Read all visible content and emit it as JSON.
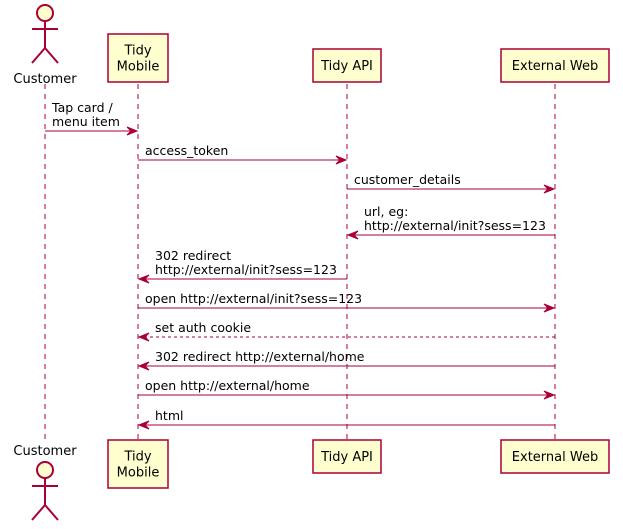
{
  "participants": [
    {
      "id": "customer",
      "kind": "actor",
      "label_lines": [
        "Customer"
      ]
    },
    {
      "id": "tidy_mobile",
      "kind": "participant",
      "label_lines": [
        "Tidy",
        "Mobile"
      ]
    },
    {
      "id": "tidy_api",
      "kind": "participant",
      "label_lines": [
        "Tidy API"
      ]
    },
    {
      "id": "external_web",
      "kind": "participant",
      "label_lines": [
        "External Web"
      ]
    }
  ],
  "messages": [
    {
      "from": "customer",
      "to": "tidy_mobile",
      "style": "solid",
      "label_lines": [
        "Tap card /",
        "menu item"
      ]
    },
    {
      "from": "tidy_mobile",
      "to": "tidy_api",
      "style": "solid",
      "label_lines": [
        "access_token"
      ]
    },
    {
      "from": "tidy_api",
      "to": "external_web",
      "style": "solid",
      "label_lines": [
        "customer_details"
      ]
    },
    {
      "from": "external_web",
      "to": "tidy_api",
      "style": "solid",
      "label_lines": [
        "url, eg:",
        "http://external/init?sess=123"
      ]
    },
    {
      "from": "tidy_api",
      "to": "tidy_mobile",
      "style": "solid",
      "label_lines": [
        "302 redirect",
        "http://external/init?sess=123"
      ]
    },
    {
      "from": "tidy_mobile",
      "to": "external_web",
      "style": "solid",
      "label_lines": [
        "open http://external/init?sess=123"
      ]
    },
    {
      "from": "external_web",
      "to": "tidy_mobile",
      "style": "dashed",
      "label_lines": [
        "set auth cookie"
      ]
    },
    {
      "from": "external_web",
      "to": "tidy_mobile",
      "style": "solid",
      "label_lines": [
        "302 redirect http://external/home"
      ]
    },
    {
      "from": "tidy_mobile",
      "to": "external_web",
      "style": "solid",
      "label_lines": [
        "open http://external/home"
      ]
    },
    {
      "from": "external_web",
      "to": "tidy_mobile",
      "style": "solid",
      "label_lines": [
        "html"
      ]
    }
  ],
  "colors": {
    "accent": "#A80036",
    "box_fill": "#FEFECE"
  }
}
